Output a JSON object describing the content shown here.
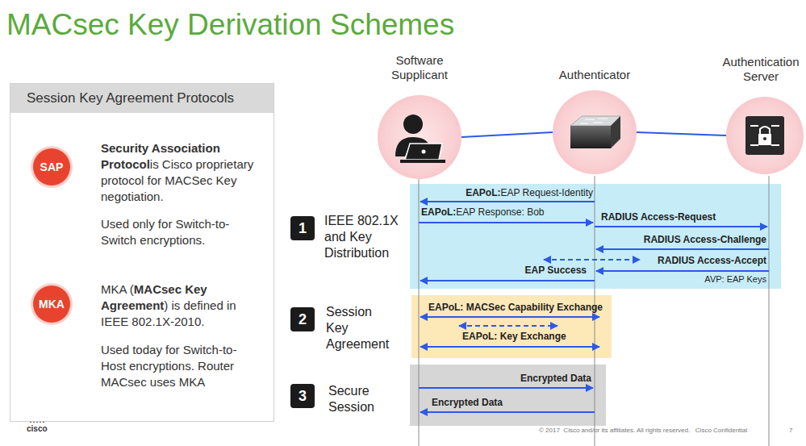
{
  "diagram": {
    "title": "MACsec Key Derivation Schemes",
    "nodes": [
      {
        "text": [
          "Session Key Agreement Protocols",
          "Security Association Protocol",
          "is Cisco proprietary protocol for MACSec Key negotiation.",
          "Used only for Switch-to-Switch encryptions.",
          "MKA (",
          "MACsec Key Agreement",
          ") is defined in IEEE 802.1X-2010.",
          "Used today for Switch-to-Host encryptions. Router MACsec uses MKA"
        ]
      },
      {
        "text": [
          "SAP"
        ],
        "in": 0
      },
      {
        "text": [
          "MKA"
        ],
        "in": 0
      },
      {
        "text": [
          "Software Supplicant"
        ]
      },
      {
        "text": [
          "Authenticator"
        ]
      },
      {
        "text": [
          "Authentication Server"
        ]
      },
      {
        "text": [
          "1"
        ]
      },
      {
        "text": [
          "2"
        ]
      },
      {
        "text": [
          "3"
        ]
      }
    ],
    "edges": [
      {
        "from": 3,
        "to": 4,
        "arrow": "none"
      },
      {
        "from": 4,
        "to": 5,
        "arrow": "none"
      }
    ],
    "labels": [
      "EAPoL:",
      "EAP Request-Identity",
      "EAPoL:",
      "EAP Response: Bob",
      "RADIUS Access-Request",
      "RADIUS Access-Challenge",
      "RADIUS Access-Accept",
      "EAP Success",
      "AVP: EAP Keys",
      "EAPoL: MACSec Capability Exchange",
      "EAPoL: Key Exchange",
      "Encrypted Data",
      "Encrypted Data",
      "IEEE 802.1X and Key Distribution",
      "Session Key Agreement",
      "Secure Session",
      "© 2017  Cisco and/or its affiliates. All rights reserved.   Cisco Confidential",
      "7",
      "cisco"
    ]
  }
}
